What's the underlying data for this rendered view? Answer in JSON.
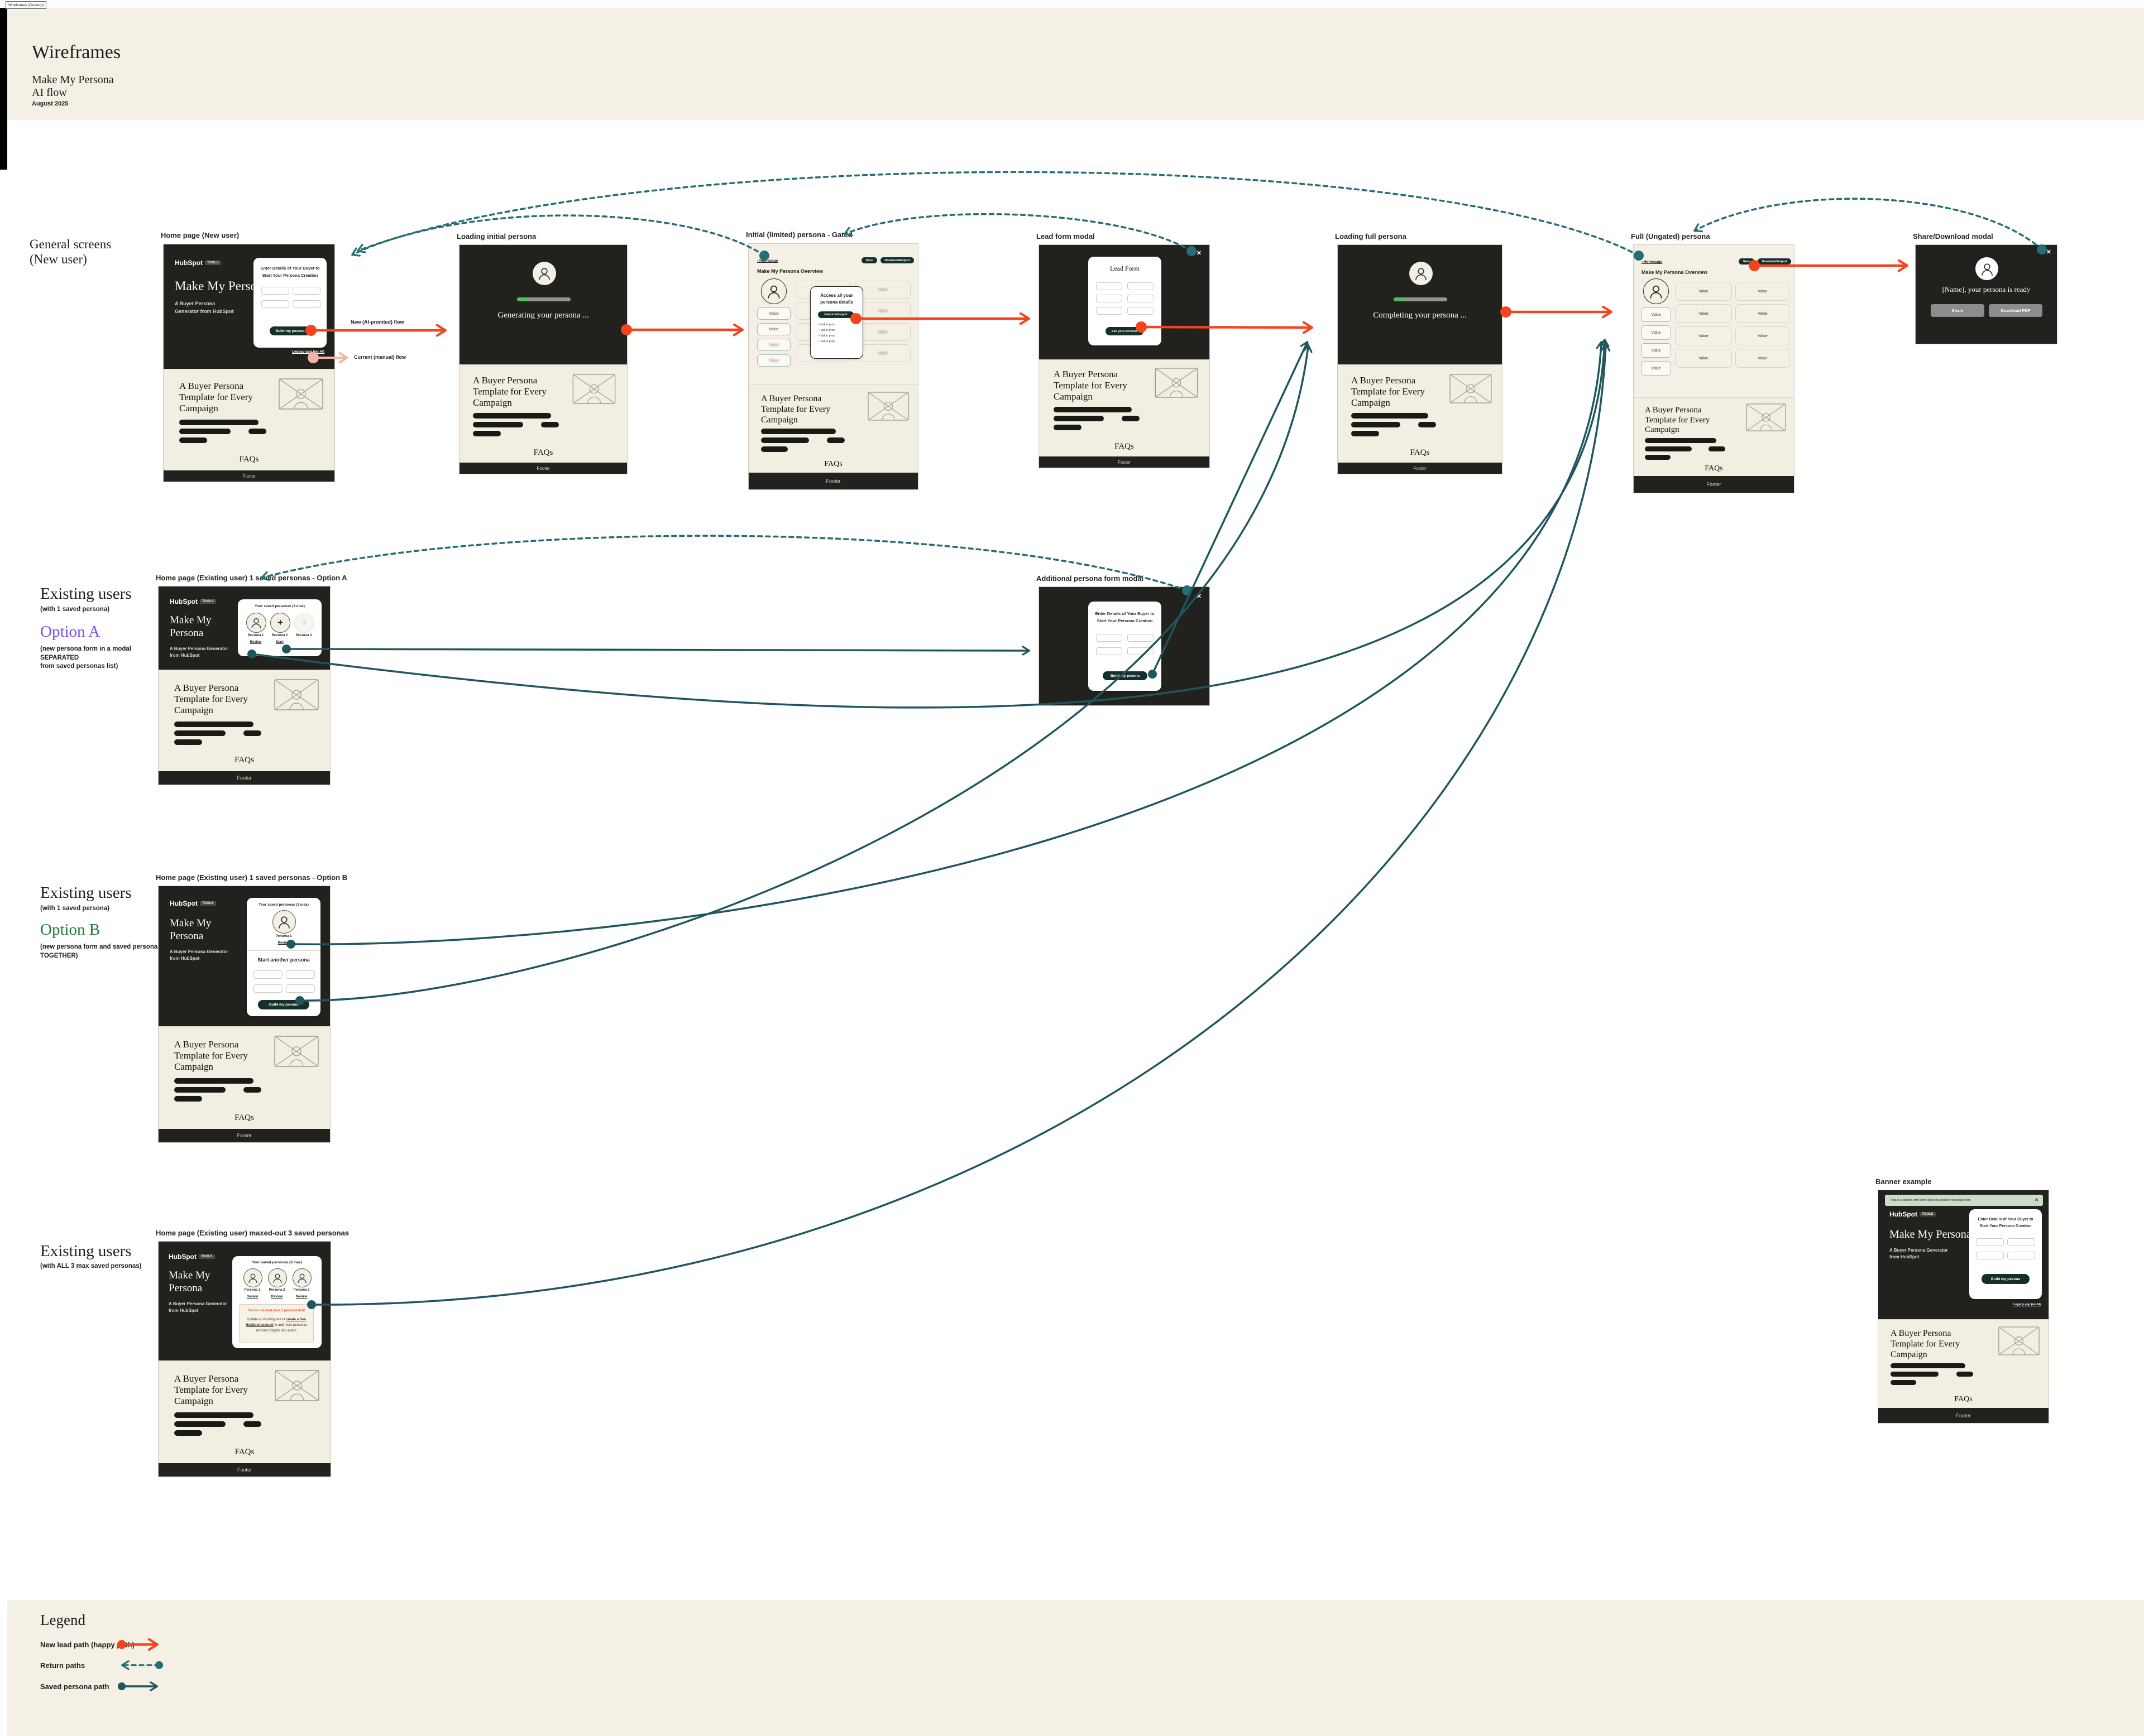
{
  "meta": {
    "tab": "Wireframes (Desktop)"
  },
  "header": {
    "title": "Wireframes",
    "subtitle1": "Make My Persona",
    "subtitle2": "AI flow",
    "date": "August 2025"
  },
  "sections": {
    "general": {
      "line1": "General screens",
      "line2": "(New user)"
    },
    "optionA": {
      "title": "Existing users",
      "subtitle": "(with 1 saved persona)",
      "option": "Option A",
      "notes": [
        "(new persona form in a modal",
        "SEPARATED",
        "from saved personas list)"
      ]
    },
    "optionB": {
      "title": "Existing users",
      "subtitle": "(with 1 saved persona)",
      "option": "Option B",
      "notes": [
        "(new persona form and saved personas list",
        "TOGETHER)"
      ]
    },
    "maxed": {
      "title": "Existing users",
      "subtitle": "(with ALL 3 max saved personas)"
    }
  },
  "common": {
    "logo": "HubSpot",
    "badge": "TOOLS",
    "mmp": "Make My Persona",
    "mmp_l1": "Make My",
    "mmp_l2": "Persona",
    "generator": "A Buyer Persona Generator from HubSpot",
    "form_title": "Enter Details of Your Buyer to Start Your Persona Creation",
    "build_btn": "Build my pesona",
    "legacy": "Legacy app (no AI)",
    "template_title": "A Buyer Persona Template for Every Campaign",
    "faqs": "FAQs",
    "footer": "Footer",
    "homepage": "‹ Homepage",
    "save": "Save",
    "download_export": "Download/Export",
    "overview": "Make My Persona Overview",
    "value": "Value",
    "value_prop": "Value prop",
    "saved_title": "Your saved personas (3 max)",
    "persona1": "Persona 1",
    "persona2": "Persona 2",
    "persona3": "Persona 3",
    "review": "Review",
    "start": "Start",
    "close": "✕",
    "plus": "+"
  },
  "screens": {
    "s1": {
      "label": "Home page (New user)"
    },
    "s2": {
      "label": "Loading initial persona",
      "loading": "Generating your persona ..."
    },
    "s3": {
      "label": "Initial (limited) persona - Gated",
      "modal_title": "Access all your persona details",
      "unlock": "Unlock full report"
    },
    "s4": {
      "label": "Lead form modal",
      "title": "Lead Form",
      "cta": "See your persona"
    },
    "s5": {
      "label": "Loading full persona",
      "loading": "Completing your persona ..."
    },
    "s6": {
      "label": "Full (Ungated) persona"
    },
    "s7": {
      "label": "Share/Download modal",
      "title": "[Name], your persona is ready",
      "share": "Share",
      "download": "Download PDF"
    },
    "s8": {
      "label": "Home page (Existing user) 1 saved personas - Option A"
    },
    "s9": {
      "label": "Additional persona form modal"
    },
    "s10": {
      "label": "Home page (Existing user) 1 saved personas - Option B",
      "start_another": "Start another persona"
    },
    "s11": {
      "label": "Home page (Existing user) maxed-out 3 saved personas",
      "limit_title": "You've reached your 3 persona limit",
      "limit_pre": "Update an existing one or ",
      "limit_link": "create a free HubSpot account",
      "limit_post": " to add more personas and turn insights into action."
    },
    "s12": {
      "label": "Banner example",
      "banner": "This is a banner with some kind of a relative message here"
    }
  },
  "annotations": {
    "new_flow": "New (AI-promted) flow",
    "current_flow": "Current (manual) flow"
  },
  "legend": {
    "title": "Legend",
    "items": [
      {
        "label": "New lead path (happy path)"
      },
      {
        "label": "Return paths"
      },
      {
        "label": "Saved persona path"
      }
    ]
  },
  "colors": {
    "orange": "#f4441f",
    "pink": "#f5b2a5",
    "return_teal": "#256f74",
    "saved_teal": "#20565e",
    "purple": "#7b4df2",
    "green": "#1d7c33"
  }
}
